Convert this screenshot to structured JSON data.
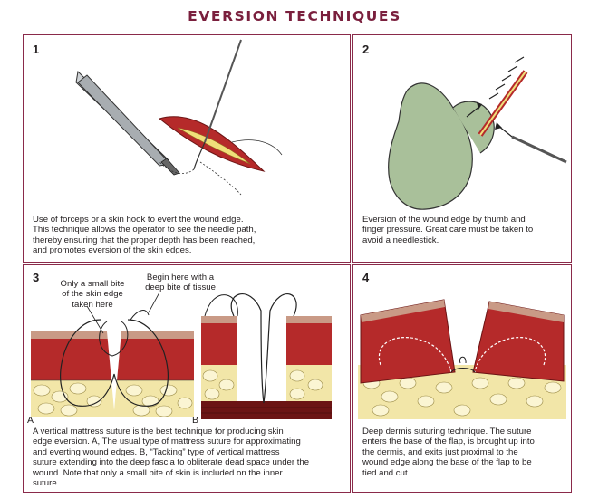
{
  "title": "EVERSION TECHNIQUES",
  "panel1": {
    "number": "1",
    "caption_lines": [
      "Use of forceps or a skin hook to evert the wound edge.",
      "This technique allows the operator to see the needle path,",
      "thereby ensuring that the proper depth has been reached,",
      "and promotes eversion of the skin edges."
    ]
  },
  "panel2": {
    "number": "2",
    "caption_lines": [
      "Eversion of the wound edge by thumb and",
      "finger pressure. Great care must be taken to",
      "avoid a needlestick."
    ]
  },
  "panel3": {
    "number": "3",
    "label_left_lines": [
      "Only a small bite",
      "of the skin edge",
      "taken here"
    ],
    "label_right_lines": [
      "Begin here with a",
      "deep bite of tissue"
    ],
    "letter_a": "A",
    "letter_b": "B",
    "caption_lines": [
      "A vertical mattress suture is the best technique for producing skin",
      "edge eversion. A, The usual type of mattress suture for approximating",
      "and everting wound edges. B, “Tacking” type of vertical mattress",
      "suture extending into the deep fascia to obliterate dead space under the",
      "wound. Note that only a small bite of skin is included on the inner",
      "suture."
    ]
  },
  "panel4": {
    "number": "4",
    "caption_lines": [
      "Deep dermis suturing technique. The suture",
      "enters the base of the flap, is brought up into",
      "the dermis, and exits just proximal to the",
      "wound edge along the base of the flap to be",
      "tied and cut."
    ]
  },
  "colors": {
    "frame": "#8a2a4a",
    "title": "#7a1f3d",
    "epidermis": "#c99a86",
    "dermis": "#b52a2a",
    "dermis_dark": "#8e1c1c",
    "fat": "#f2e6a8",
    "fascia": "#6b1414",
    "glove": "#a9c09a"
  }
}
